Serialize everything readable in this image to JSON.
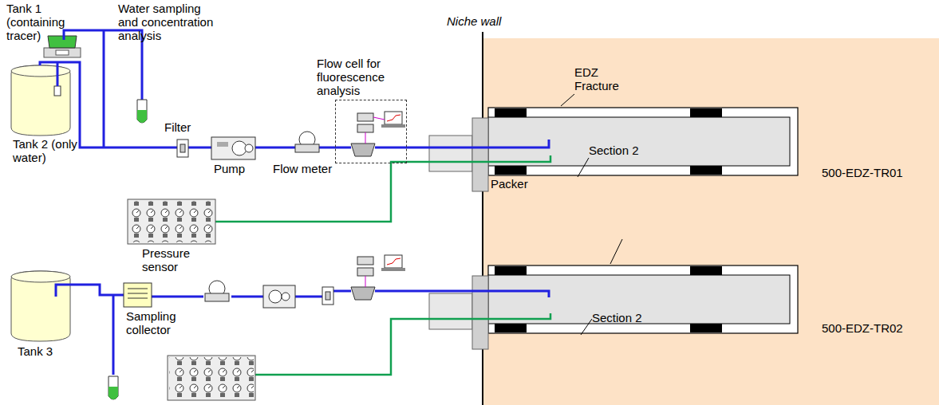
{
  "diagram": {
    "nodes": [
      {
        "text": [
          "Flow cell for fluorescence analysis"
        ]
      }
    ],
    "labels": [
      "Tank 1 (containing tracer)",
      "Water sampling and concentration analysis",
      "Niche wall",
      "EDZ Fracture",
      "Filter",
      "Pump",
      "Flow meter",
      "500-EDZ-TR01",
      "Tank 2 (only water)",
      "Packer",
      "Section 2",
      "Pressure sensor",
      "500-EDZ-TR02",
      "Tank 3",
      "Sampling collector",
      "Section 2"
    ]
  }
}
